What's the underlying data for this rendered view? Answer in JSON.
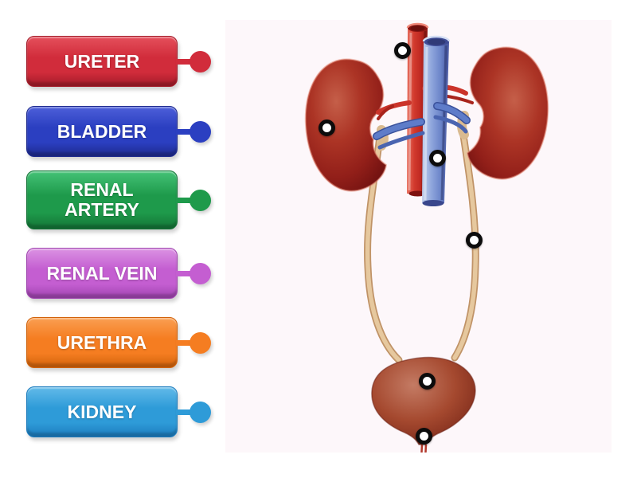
{
  "page": {
    "background": "#FFFFFF"
  },
  "labels": {
    "items": [
      {
        "label": "URETER",
        "color": "#D12C3B",
        "color_light": "#E5505C",
        "color_dark": "#A31B29"
      },
      {
        "label": "BLADDER",
        "color": "#2B3FC1",
        "color_light": "#4D5FD9",
        "color_dark": "#1E2A8E"
      },
      {
        "label": "RENAL ARTERY",
        "color": "#1E9A4B",
        "color_light": "#44C276",
        "color_dark": "#147437"
      },
      {
        "label": "RENAL VEIN",
        "color": "#C45ED1",
        "color_light": "#DB92E3",
        "color_dark": "#9F44AF"
      },
      {
        "label": "URETHRA",
        "color": "#F57D21",
        "color_light": "#FA9F52",
        "color_dark": "#D2630B"
      },
      {
        "label": "KIDNEY",
        "color": "#2E9BD8",
        "color_light": "#62BAE9",
        "color_dark": "#1C7CBE"
      }
    ]
  },
  "icons": {
    "label_pin": "filled-circle-pin",
    "drop_target": "ring-circle"
  },
  "diagram": {
    "background": "#FDF7FA",
    "illustration": "urinary-system-anatomy",
    "drop_target_count": 6
  }
}
